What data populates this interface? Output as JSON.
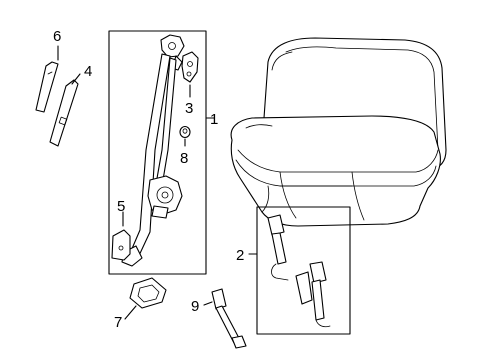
{
  "diagram": {
    "callouts": [
      {
        "id": "c1",
        "text": "1"
      },
      {
        "id": "c2",
        "text": "2"
      },
      {
        "id": "c3",
        "text": "3"
      },
      {
        "id": "c4",
        "text": "4"
      },
      {
        "id": "c5",
        "text": "5"
      },
      {
        "id": "c6",
        "text": "6"
      },
      {
        "id": "c7",
        "text": "7"
      },
      {
        "id": "c8",
        "text": "8"
      },
      {
        "id": "c9",
        "text": "9"
      }
    ]
  }
}
